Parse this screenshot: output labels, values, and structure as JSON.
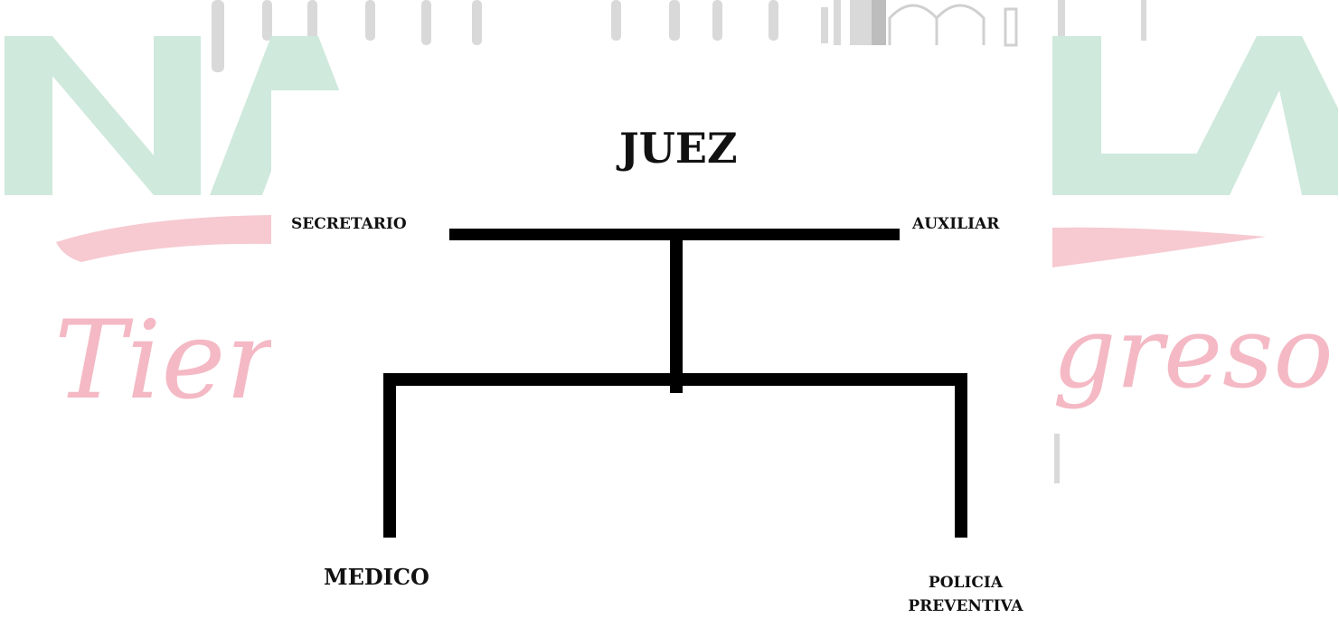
{
  "watermark": {
    "headline": "NAUTZONTLA",
    "tagline": "Tierra de progreso",
    "colors": {
      "headline": "#cfe9dc",
      "tagline": "#f6c7cf",
      "brush": "#f7c9d0",
      "monument": "#d6d6d6"
    }
  },
  "diagram": {
    "top_node": "JUEZ",
    "staff_left": "SECRETARIO",
    "staff_right": "AUXILIAR",
    "sub_left": "MEDICO",
    "sub_right_line1": "POLICIA",
    "sub_right_line2": "PREVENTIVA",
    "line_color": "#000000"
  }
}
